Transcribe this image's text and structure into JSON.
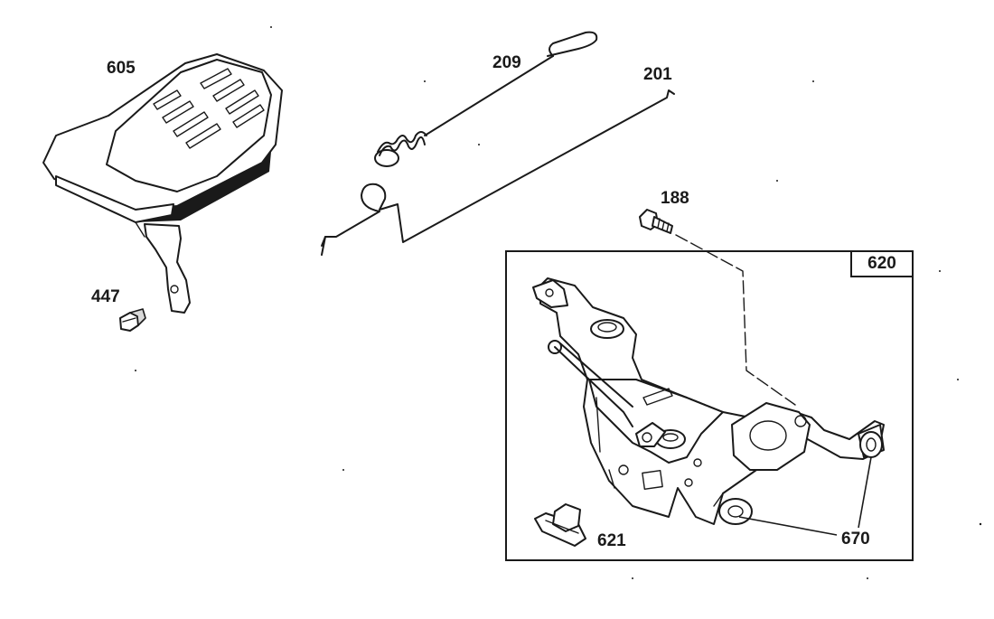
{
  "parts": {
    "p605": "605",
    "p209": "209",
    "p201": "201",
    "p188": "188",
    "p620": "620",
    "p447": "447",
    "p621": "621",
    "p670": "670"
  }
}
